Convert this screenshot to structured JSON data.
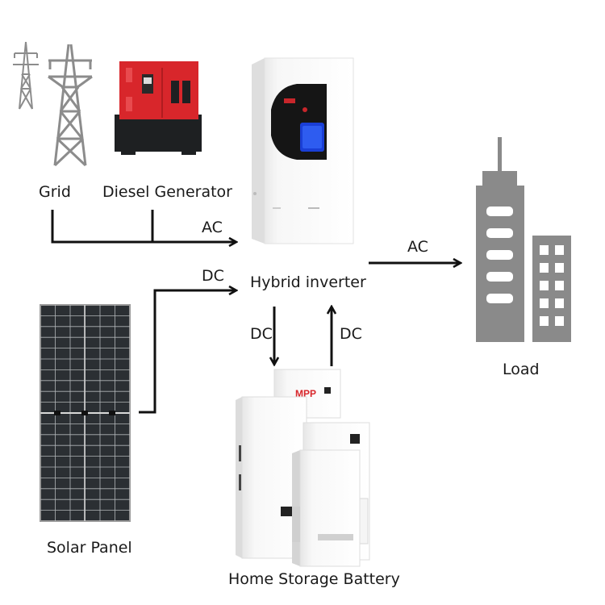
{
  "components": {
    "grid": "Grid",
    "diesel_generator": "Diesel Generator",
    "hybrid_inverter": "Hybrid inverter",
    "load": "Load",
    "solar_panel": "Solar Panel",
    "home_storage_battery": "Home Storage Battery"
  },
  "flows": {
    "grid_to_inverter": "AC",
    "inverter_to_load": "AC",
    "solar_to_inverter": "DC",
    "inverter_to_battery": "DC",
    "battery_to_inverter": "DC"
  },
  "battery_brand": "MPP",
  "icons": {
    "grid": "power-tower-icon",
    "generator": "diesel-generator-icon",
    "inverter": "hybrid-inverter-icon",
    "load": "building-icon",
    "solar": "solar-panel-icon",
    "battery": "battery-cabinet-icon"
  },
  "colors": {
    "generator_body": "#d8262b",
    "building": "#8a8a8a",
    "inverter_screen": "#1a3fd6",
    "panel": "#2b2f33",
    "wire": "#111111"
  }
}
